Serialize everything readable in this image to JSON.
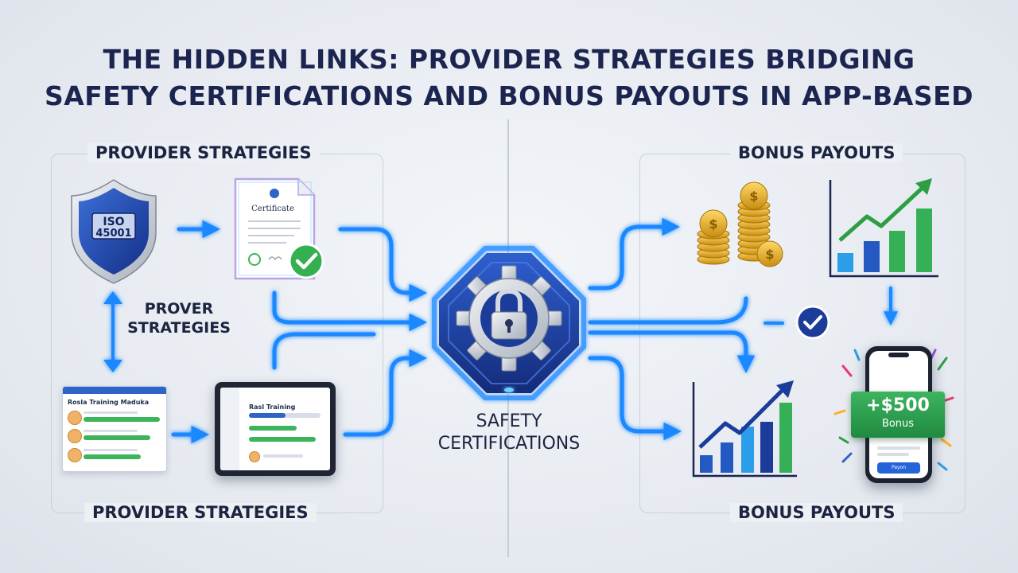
{
  "title": {
    "line1": "THE HIDDEN LINKS: PROVIDER STRATEGIES BRIDGING",
    "line2": "SAFETY CERTIFICATIONS AND BONUS PAYOUTS IN APP-BASED"
  },
  "left": {
    "top_label": "PROVIDER STRATEGIES",
    "middle_label_line1": "PROVER",
    "middle_label_line2": "STRATEGIES",
    "bottom_label": "PROVIDER STRATEGIES",
    "shield_text_line1": "ISO",
    "shield_text_line2": "45001",
    "certificate_title": "Certificate",
    "module_card_title": "Rosla Training Maduka",
    "tablet_title": "Rasl Training"
  },
  "center": {
    "label_line1": "SAFETY",
    "label_line2": "CERTIFICATIONS"
  },
  "right": {
    "top_label": "BONUS PAYOUTS",
    "bottom_label": "BONUS PAYOUTS",
    "bonus_amount": "+$500",
    "bonus_caption": "Bonus",
    "phone_button": "Payon"
  },
  "colors": {
    "accent_blue": "#1e88ff",
    "navy": "#1b2550",
    "green": "#2fb050"
  },
  "icons": [
    "iso-shield-icon",
    "certificate-icon",
    "padlock-gear-icon",
    "coin-stack-icon",
    "growth-chart-icon",
    "check-circle-icon",
    "phone-bonus-icon"
  ]
}
